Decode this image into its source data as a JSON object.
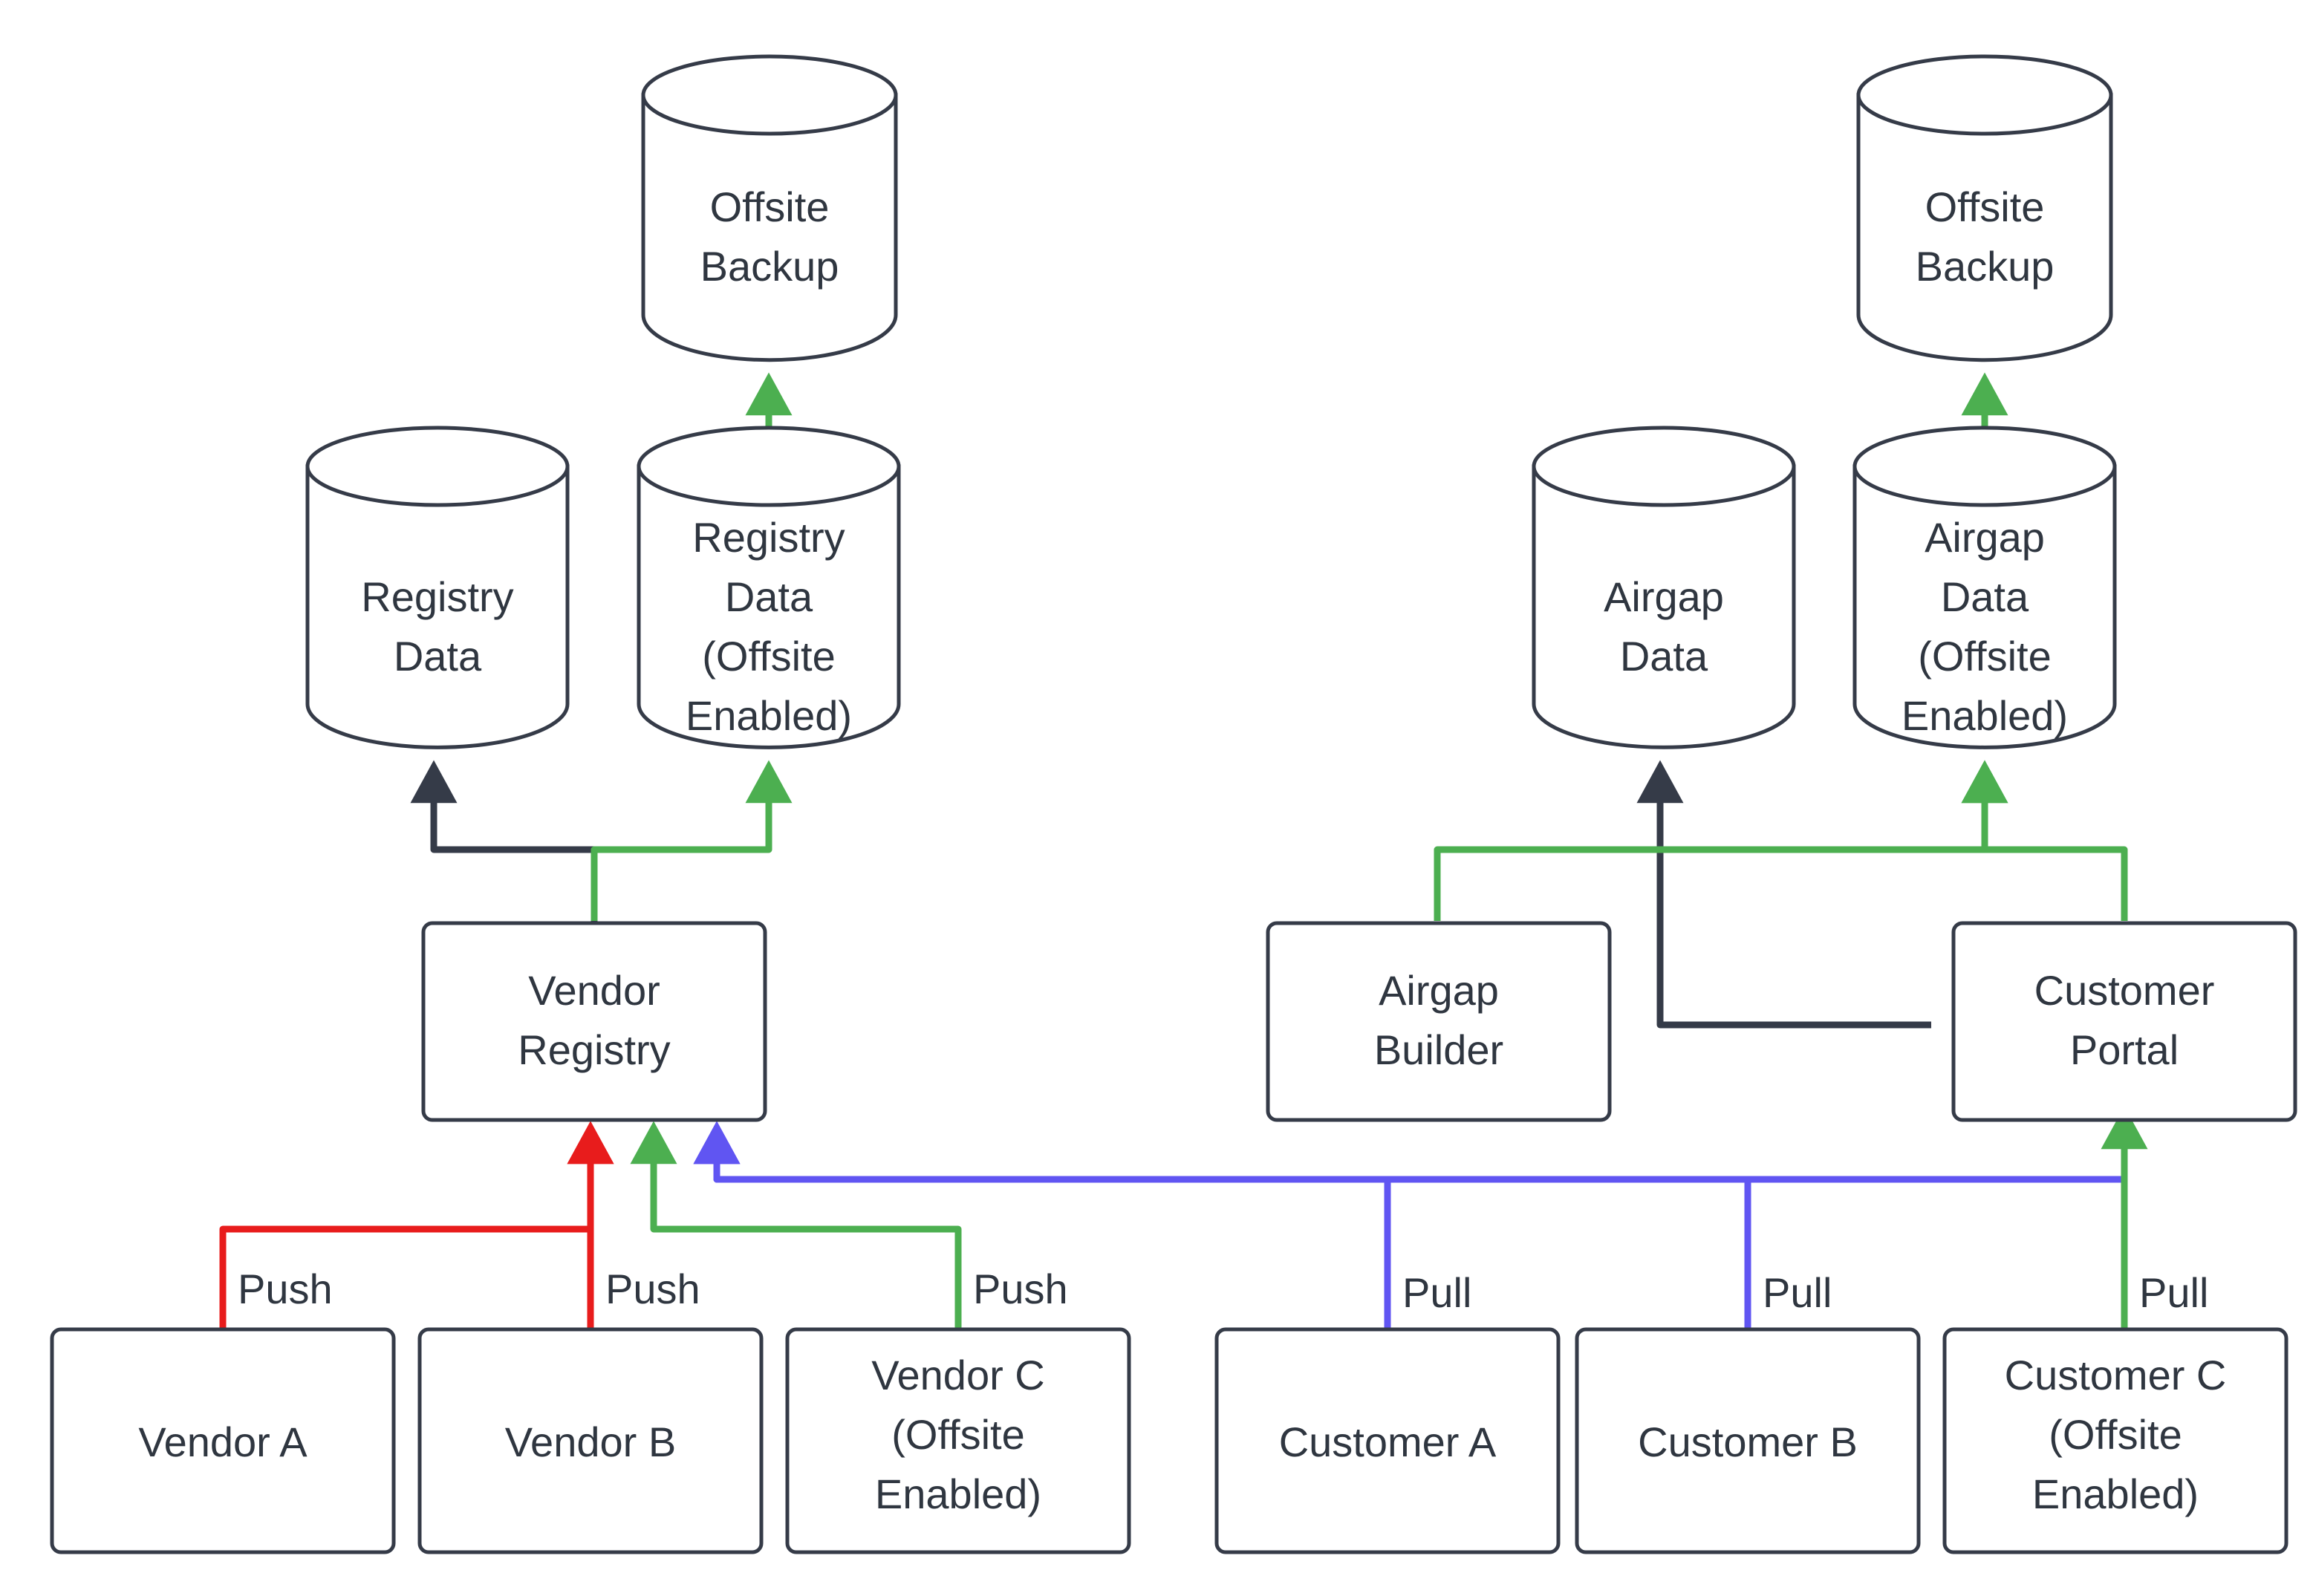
{
  "diagram": {
    "title": "Vendor Registry and Customer Portal Offsite Backup Flow",
    "background": "#ffffff",
    "colors": {
      "stroke_dark": "#353b48",
      "text": "#2f3640",
      "green": "#4caf50",
      "red": "#e81c1c",
      "purple": "#6055f2",
      "node_fill": "#ffffff"
    },
    "nodes": {
      "offsite_backup_left": {
        "type": "cylinder",
        "lines": [
          "Offsite",
          "Backup"
        ]
      },
      "offsite_backup_right": {
        "type": "cylinder",
        "lines": [
          "Offsite",
          "Backup"
        ]
      },
      "registry_data": {
        "type": "cylinder",
        "lines": [
          "Registry",
          "Data"
        ]
      },
      "registry_data_offsite": {
        "type": "cylinder",
        "lines": [
          "Registry",
          "Data",
          "(Offsite",
          "Enabled)"
        ]
      },
      "airgap_data": {
        "type": "cylinder",
        "lines": [
          "Airgap",
          "Data"
        ]
      },
      "airgap_data_offsite": {
        "type": "cylinder",
        "lines": [
          "Airgap",
          "Data",
          "(Offsite",
          "Enabled)"
        ]
      },
      "vendor_registry": {
        "type": "box",
        "lines": [
          "Vendor",
          "Registry"
        ]
      },
      "airgap_builder": {
        "type": "box",
        "lines": [
          "Airgap",
          "Builder"
        ]
      },
      "customer_portal": {
        "type": "box",
        "lines": [
          "Customer",
          "Portal"
        ]
      },
      "vendor_a": {
        "type": "box",
        "lines": [
          "Vendor A"
        ]
      },
      "vendor_b": {
        "type": "box",
        "lines": [
          "Vendor B"
        ]
      },
      "vendor_c": {
        "type": "box",
        "lines": [
          "Vendor C",
          "(Offsite",
          "Enabled)"
        ]
      },
      "customer_a": {
        "type": "box",
        "lines": [
          "Customer A"
        ]
      },
      "customer_b": {
        "type": "box",
        "lines": [
          "Customer B"
        ]
      },
      "customer_c": {
        "type": "box",
        "lines": [
          "Customer C",
          "(Offsite",
          "Enabled)"
        ]
      }
    },
    "edge_labels": {
      "vendor_a_push": "Push",
      "vendor_b_push": "Push",
      "vendor_c_push": "Push",
      "customer_a_pull": "Pull",
      "customer_b_pull": "Pull",
      "customer_c_pull": "Pull"
    },
    "edges": [
      {
        "from": "registry_data_offsite",
        "to": "offsite_backup_left",
        "color": "green",
        "label": ""
      },
      {
        "from": "airgap_data_offsite",
        "to": "offsite_backup_right",
        "color": "green",
        "label": ""
      },
      {
        "from": "vendor_registry",
        "to": "registry_data",
        "color": "dark",
        "label": ""
      },
      {
        "from": "vendor_registry",
        "to": "registry_data_offsite",
        "color": "green",
        "label": ""
      },
      {
        "from": "customer_portal",
        "to": "airgap_data",
        "color": "dark",
        "label": ""
      },
      {
        "from": "airgap_builder",
        "to": "airgap_data_offsite",
        "color": "green",
        "label": ""
      },
      {
        "from": "customer_portal",
        "to": "airgap_data_offsite",
        "color": "green",
        "label": ""
      },
      {
        "from": "vendor_a",
        "to": "vendor_registry",
        "color": "red",
        "label": "Push"
      },
      {
        "from": "vendor_b",
        "to": "vendor_registry",
        "color": "red",
        "label": "Push"
      },
      {
        "from": "vendor_c",
        "to": "vendor_registry",
        "color": "green",
        "label": "Push"
      },
      {
        "from": "customer_a",
        "to": "vendor_registry",
        "color": "purple",
        "label": "Pull"
      },
      {
        "from": "customer_b",
        "to": "vendor_registry",
        "color": "purple",
        "label": "Pull"
      },
      {
        "from": "customer_c",
        "to": "customer_portal",
        "color": "green",
        "label": "Pull"
      }
    ]
  }
}
